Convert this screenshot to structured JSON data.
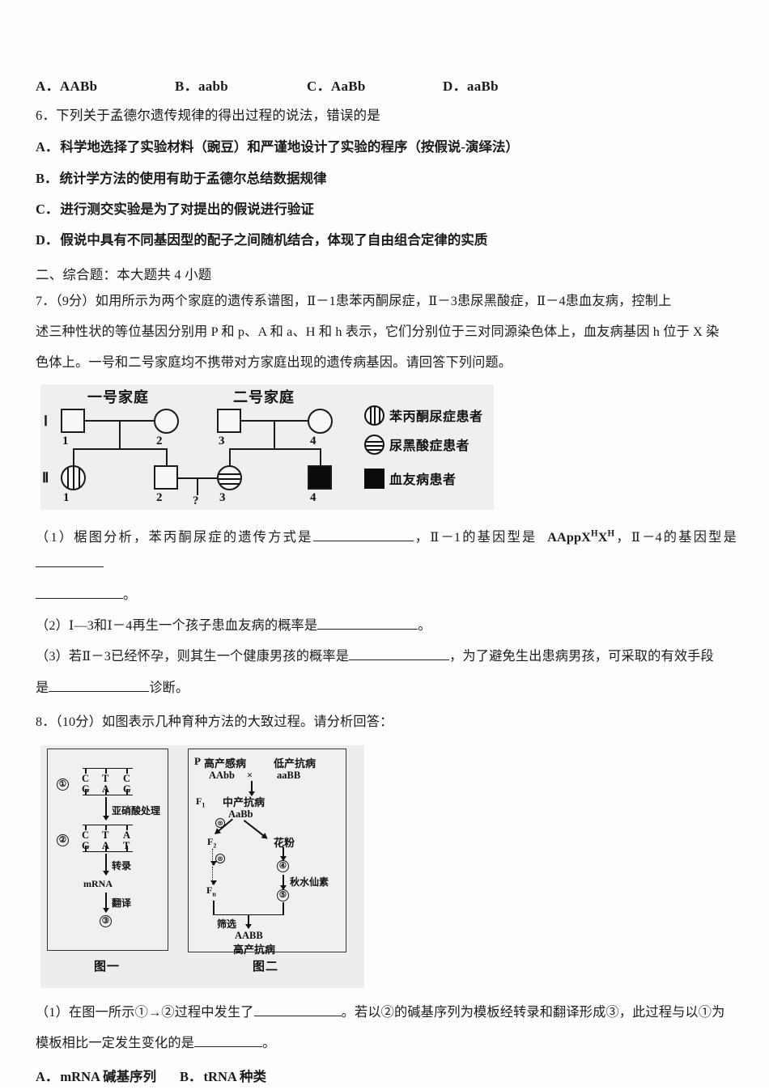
{
  "q5_options": [
    {
      "label": "A．",
      "text": "AABb"
    },
    {
      "label": "B．",
      "text": "aabb"
    },
    {
      "label": "C．",
      "text": "AaBb"
    },
    {
      "label": "D．",
      "text": "aaBb"
    }
  ],
  "q6": {
    "stem": "6．下列关于孟德尔遗传规律的得出过程的说法，错误的是",
    "choices": [
      {
        "label": "A．",
        "text": "科学地选择了实验材料（豌豆）和严谨地设计了实验的程序（按假说-演绎法）"
      },
      {
        "label": "B．",
        "text": "统计学方法的使用有助于孟德尔总结数据规律"
      },
      {
        "label": "C．",
        "text": "进行测交实验是为了对提出的假说进行验证"
      },
      {
        "label": "D．",
        "text": "假说中具有不同基因型的配子之间随机结合，体现了自由组合定律的实质"
      }
    ]
  },
  "section2": {
    "heading": "二、综合题：本大题共 4 小题"
  },
  "q7": {
    "stem_part1": "7．（9分）如用所示为两个家庭的遗传系谱图，Ⅱ－1患苯丙酮尿症，Ⅱ－3患尿黑酸症，Ⅱ－4患血友病，控制上",
    "stem_part2": "述三种性状的等位基因分别用 P 和 p、A 和 a、H 和 h 表示，它们分别位于三对同源染色体上，血友病基因 h 位于 X 染",
    "stem_part3": "色体上。一号和二号家庭均不携带对方家庭出现的遗传病基因。请回答下列问题。",
    "pedigree": {
      "family1_title": "一号家庭",
      "family2_title": "二号家庭",
      "generation1_label": "Ⅰ",
      "generation2_label": "Ⅱ",
      "individuals": [
        {
          "id": "I-1",
          "number": "1",
          "shape": "square",
          "affected": "none"
        },
        {
          "id": "I-2",
          "number": "2",
          "shape": "circle",
          "affected": "none"
        },
        {
          "id": "I-3",
          "number": "3",
          "shape": "square",
          "affected": "none"
        },
        {
          "id": "I-4",
          "number": "4",
          "shape": "circle",
          "affected": "none"
        },
        {
          "id": "II-1",
          "number": "1",
          "shape": "circle",
          "affected": "pku"
        },
        {
          "id": "II-2",
          "number": "2",
          "shape": "square",
          "affected": "none"
        },
        {
          "id": "II-3",
          "number": "3",
          "shape": "circle",
          "affected": "alkaptonuria"
        },
        {
          "id": "II-4",
          "number": "4",
          "shape": "square",
          "affected": "hemophilia"
        }
      ],
      "offspring_marker": "?",
      "legend": [
        {
          "symbol": "circle-vertical-stripes",
          "text": "苯丙酮尿症患者"
        },
        {
          "symbol": "circle-horizontal-stripes",
          "text": "尿黑酸症患者"
        },
        {
          "symbol": "filled-square",
          "text": "血友病患者"
        }
      ]
    },
    "sub1_a": "（1）椐图分析，苯丙酮尿症的遗传方式是",
    "sub1_b": "，Ⅱ－1的基因型是",
    "sub1_genotype_main": "AAppX",
    "sub1_genotype_sup1": "H",
    "sub1_genotype_mid": "X",
    "sub1_genotype_sup2": "H",
    "sub1_c": "，Ⅱ－4的基因型是",
    "sub1_d": "。",
    "sub2_a": "（2）Ⅰ—3和Ⅰ－4再生一个孩子患血友病的概率是",
    "sub2_b": "。",
    "sub3_a": "（3）若Ⅱ－3已经怀孕，则其生一个健康男孩的概率是",
    "sub3_b": "，为了避免生出患病男孩，可采取的有效手段",
    "sub3_c": "是",
    "sub3_d": "诊断。"
  },
  "q8": {
    "stem": "8．（10分）如图表示几种育种方法的大致过程。请分析回答：",
    "fig1": {
      "caption": "图一",
      "node1": "①",
      "dna1_top": [
        "C",
        "T",
        "C"
      ],
      "dna1_bottom": [
        "G",
        "A",
        "G"
      ],
      "step1_label": "亚硝酸处理",
      "node2": "②",
      "dna2_top": [
        "C",
        "T",
        "A"
      ],
      "dna2_bottom": [
        "G",
        "A",
        "T"
      ],
      "step2_label": "转录",
      "mrna_label": "mRNA",
      "step3_label": "翻译",
      "node3": "③"
    },
    "fig2": {
      "caption": "图二",
      "p_label": "P",
      "parent1_trait": "高产感病",
      "parent1_genotype": "AAbb",
      "cross_symbol": "×",
      "parent2_trait": "低产抗病",
      "parent2_genotype": "aaBB",
      "f1_label": "F",
      "f1_sub": "1",
      "f1_trait": "中产抗病",
      "f1_genotype": "AaBb",
      "self_symbol": "⊗",
      "f2_label": "F",
      "f2_sub": "2",
      "fn_label": "F",
      "fn_sub": "n",
      "pollen_label": "花粉",
      "node4": "④",
      "colchicine_label": "秋水仙素",
      "node5": "⑤",
      "screen_label": "筛选",
      "result_genotype": "AABB",
      "result_trait": "高产抗病"
    },
    "sub1_a": "（1）在图一所示①→②过程中发生了",
    "sub1_b": "。若以②的碱基序列为模板经转录和翻译形成③，此过程与以①为",
    "sub1_c": "模板相比一定发生变化的是",
    "sub1_d": "。",
    "sub1_choices": [
      {
        "label": "A．",
        "text": "mRNA 碱基序列"
      },
      {
        "label": "B．",
        "text": "tRNA 种类"
      }
    ]
  }
}
